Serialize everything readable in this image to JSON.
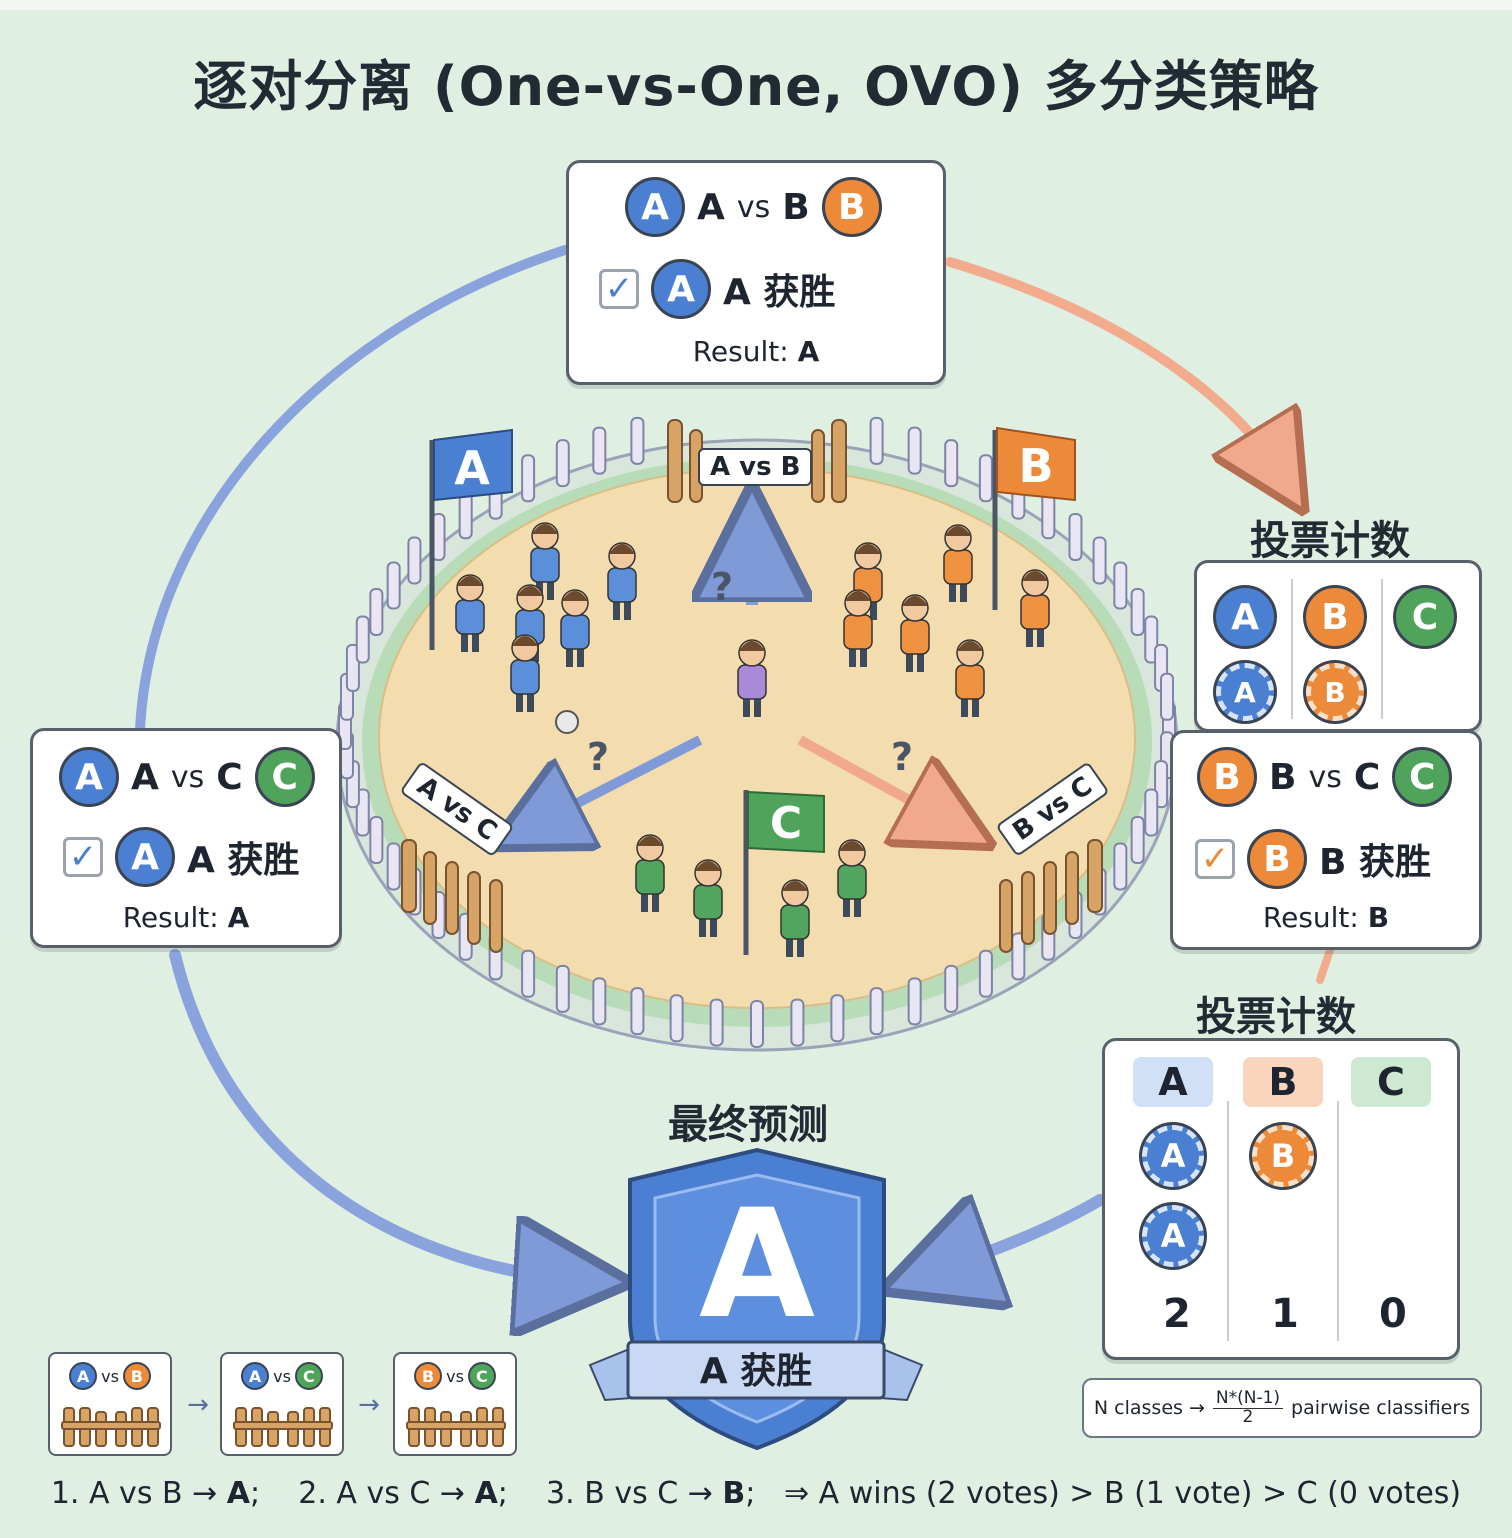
{
  "title": "逐对分离 (One-vs-One, OVO) 多分类策略",
  "colors": {
    "A": "#4a7fd1",
    "B": "#ec8a3a",
    "C": "#4fa35b",
    "background": "#dff0e3"
  },
  "arena": {
    "flag_a": "A",
    "flag_b": "B",
    "flag_c": "C",
    "sign_ab": "A vs B",
    "sign_ac": "A vs C",
    "sign_bc": "B vs C",
    "question": "?"
  },
  "matches": {
    "ab": {
      "left": "A",
      "vs": "vs",
      "right": "B",
      "left_label": "A",
      "right_label": "B",
      "winner_badge": "A",
      "winner_text": "A 获胜",
      "result_label": "Result:",
      "result_value": "A",
      "check_icon": "checkbox-blue"
    },
    "ac": {
      "left": "A",
      "vs": "vs",
      "right": "C",
      "left_label": "A",
      "right_label": "C",
      "winner_badge": "A",
      "winner_text": "A 获胜",
      "result_label": "Result:",
      "result_value": "A",
      "check_icon": "checkbox-blue"
    },
    "bc": {
      "left": "B",
      "vs": "vs",
      "right": "C",
      "left_label": "B",
      "right_label": "C",
      "winner_badge": "B",
      "winner_text": "B 获胜",
      "result_label": "Result:",
      "result_value": "B",
      "check_icon": "checkbox-orange"
    }
  },
  "tally_top": {
    "label": "投票计数",
    "columns": [
      {
        "class": "A",
        "chips": [
          "A"
        ]
      },
      {
        "class": "B",
        "chips": [
          "B"
        ]
      },
      {
        "class": "C",
        "chips": []
      }
    ]
  },
  "tally_bottom": {
    "label": "投票计数",
    "columns": [
      {
        "class": "A",
        "chips": [
          "A",
          "A"
        ],
        "count": "2"
      },
      {
        "class": "B",
        "chips": [
          "B"
        ],
        "count": "1"
      },
      {
        "class": "C",
        "chips": [],
        "count": "0"
      }
    ]
  },
  "final": {
    "label": "最终预测",
    "shield_letter": "A",
    "ribbon_text": "A 获胜"
  },
  "formula": {
    "prefix": "N classes →",
    "numerator": "N*(N-1)",
    "denominator": "2",
    "suffix": "pairwise classifiers"
  },
  "mini_steps": [
    {
      "left": "A",
      "vs": "vs",
      "right": "B"
    },
    {
      "left": "A",
      "vs": "vs",
      "right": "C"
    },
    {
      "left": "B",
      "vs": "vs",
      "right": "C"
    }
  ],
  "mini_arrow": "→",
  "summary": {
    "s1": "1. A vs B → ",
    "s1b": "A",
    "s1e": ";",
    "s2": "2. A vs C → ",
    "s2b": "A",
    "s2e": ";",
    "s3": "3. B vs C → ",
    "s3b": "B",
    "s3e": ";",
    "s4": "⇒ A wins (2 votes) > B (1 vote) > C (0 votes)"
  }
}
